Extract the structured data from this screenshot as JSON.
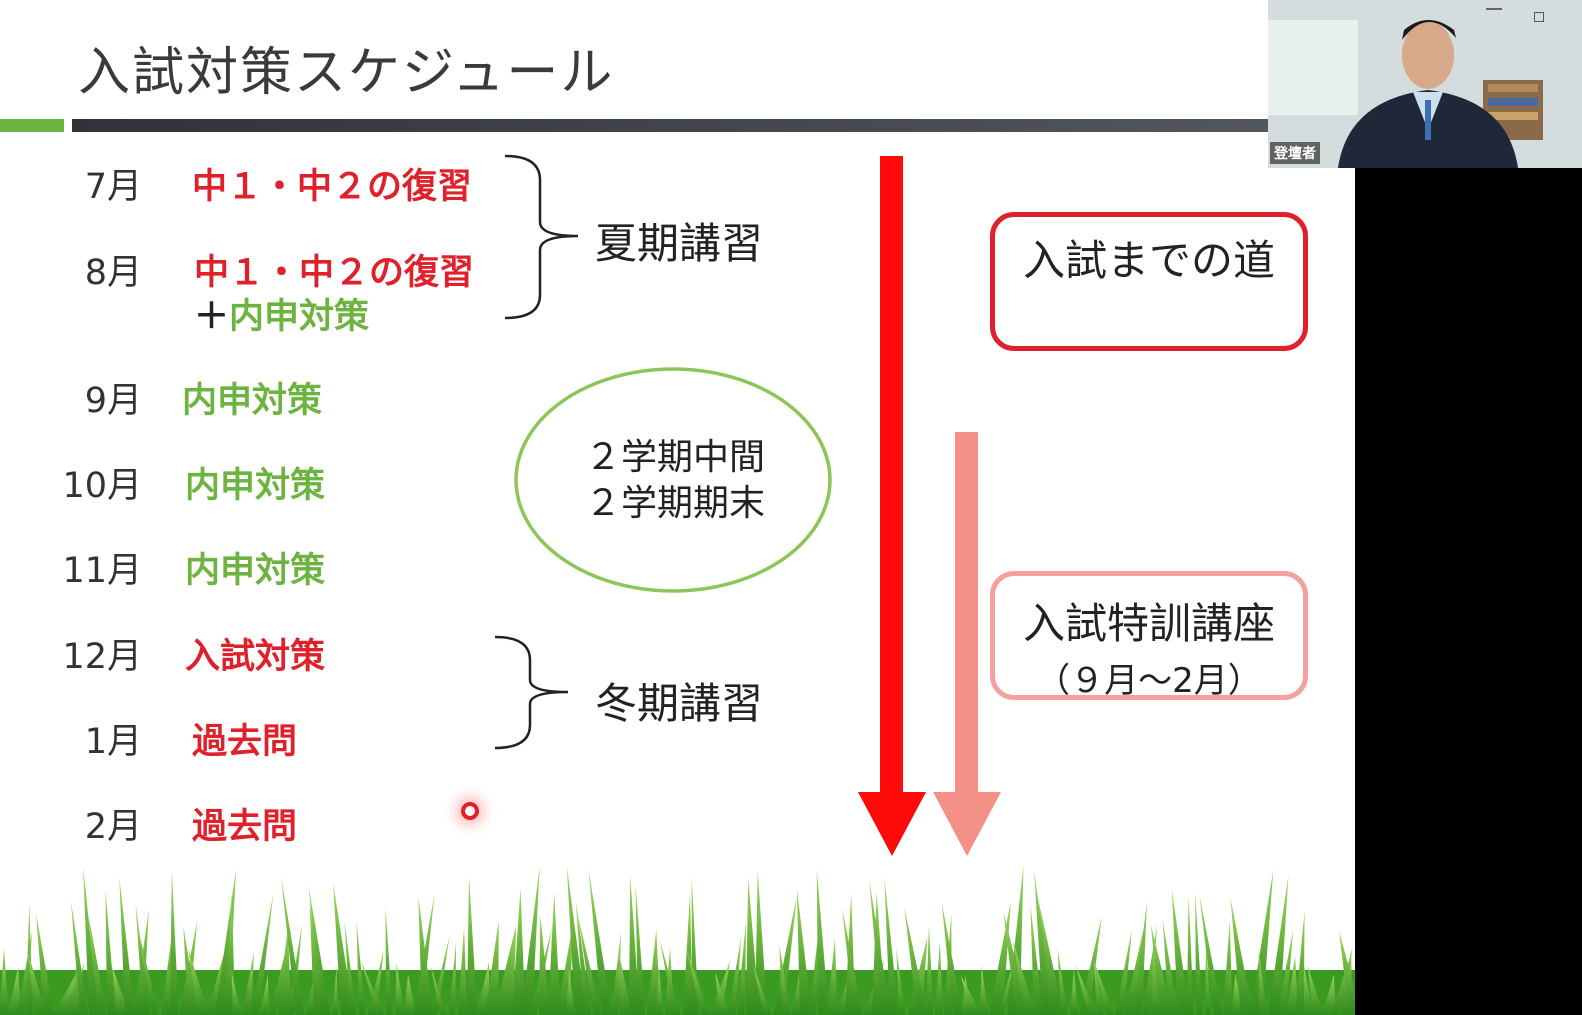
{
  "slide": {
    "title": "入試対策スケジュール",
    "schedule": [
      {
        "month": "7月",
        "topic": "中１・中２の復習",
        "color": "red"
      },
      {
        "month": "8月",
        "topic": "中１・中２の復習",
        "color": "red",
        "extra_prefix": "＋",
        "extra": "内申対策"
      },
      {
        "month": "9月",
        "topic": "内申対策",
        "color": "green"
      },
      {
        "month": "10月",
        "topic": "内申対策",
        "color": "green"
      },
      {
        "month": "11月",
        "topic": "内申対策",
        "color": "green"
      },
      {
        "month": "12月",
        "topic": "入試対策",
        "color": "red"
      },
      {
        "month": "1月",
        "topic": "過去問",
        "color": "red"
      },
      {
        "month": "2月",
        "topic": "過去問",
        "color": "red"
      }
    ],
    "summer_label": "夏期講習",
    "winter_label": "冬期講習",
    "ellipse_lines": [
      "２学期中間",
      "２学期期末"
    ],
    "road_box": "入試までの道",
    "tokkun_box": {
      "title": "入試特訓講座",
      "sub": "（９月～2月）"
    },
    "colors": {
      "red": "#e0202a",
      "green": "#6db33f",
      "pink": "#f49088",
      "ellipse": "#8cc65a"
    }
  },
  "video": {
    "participant_label": "登壇者"
  }
}
